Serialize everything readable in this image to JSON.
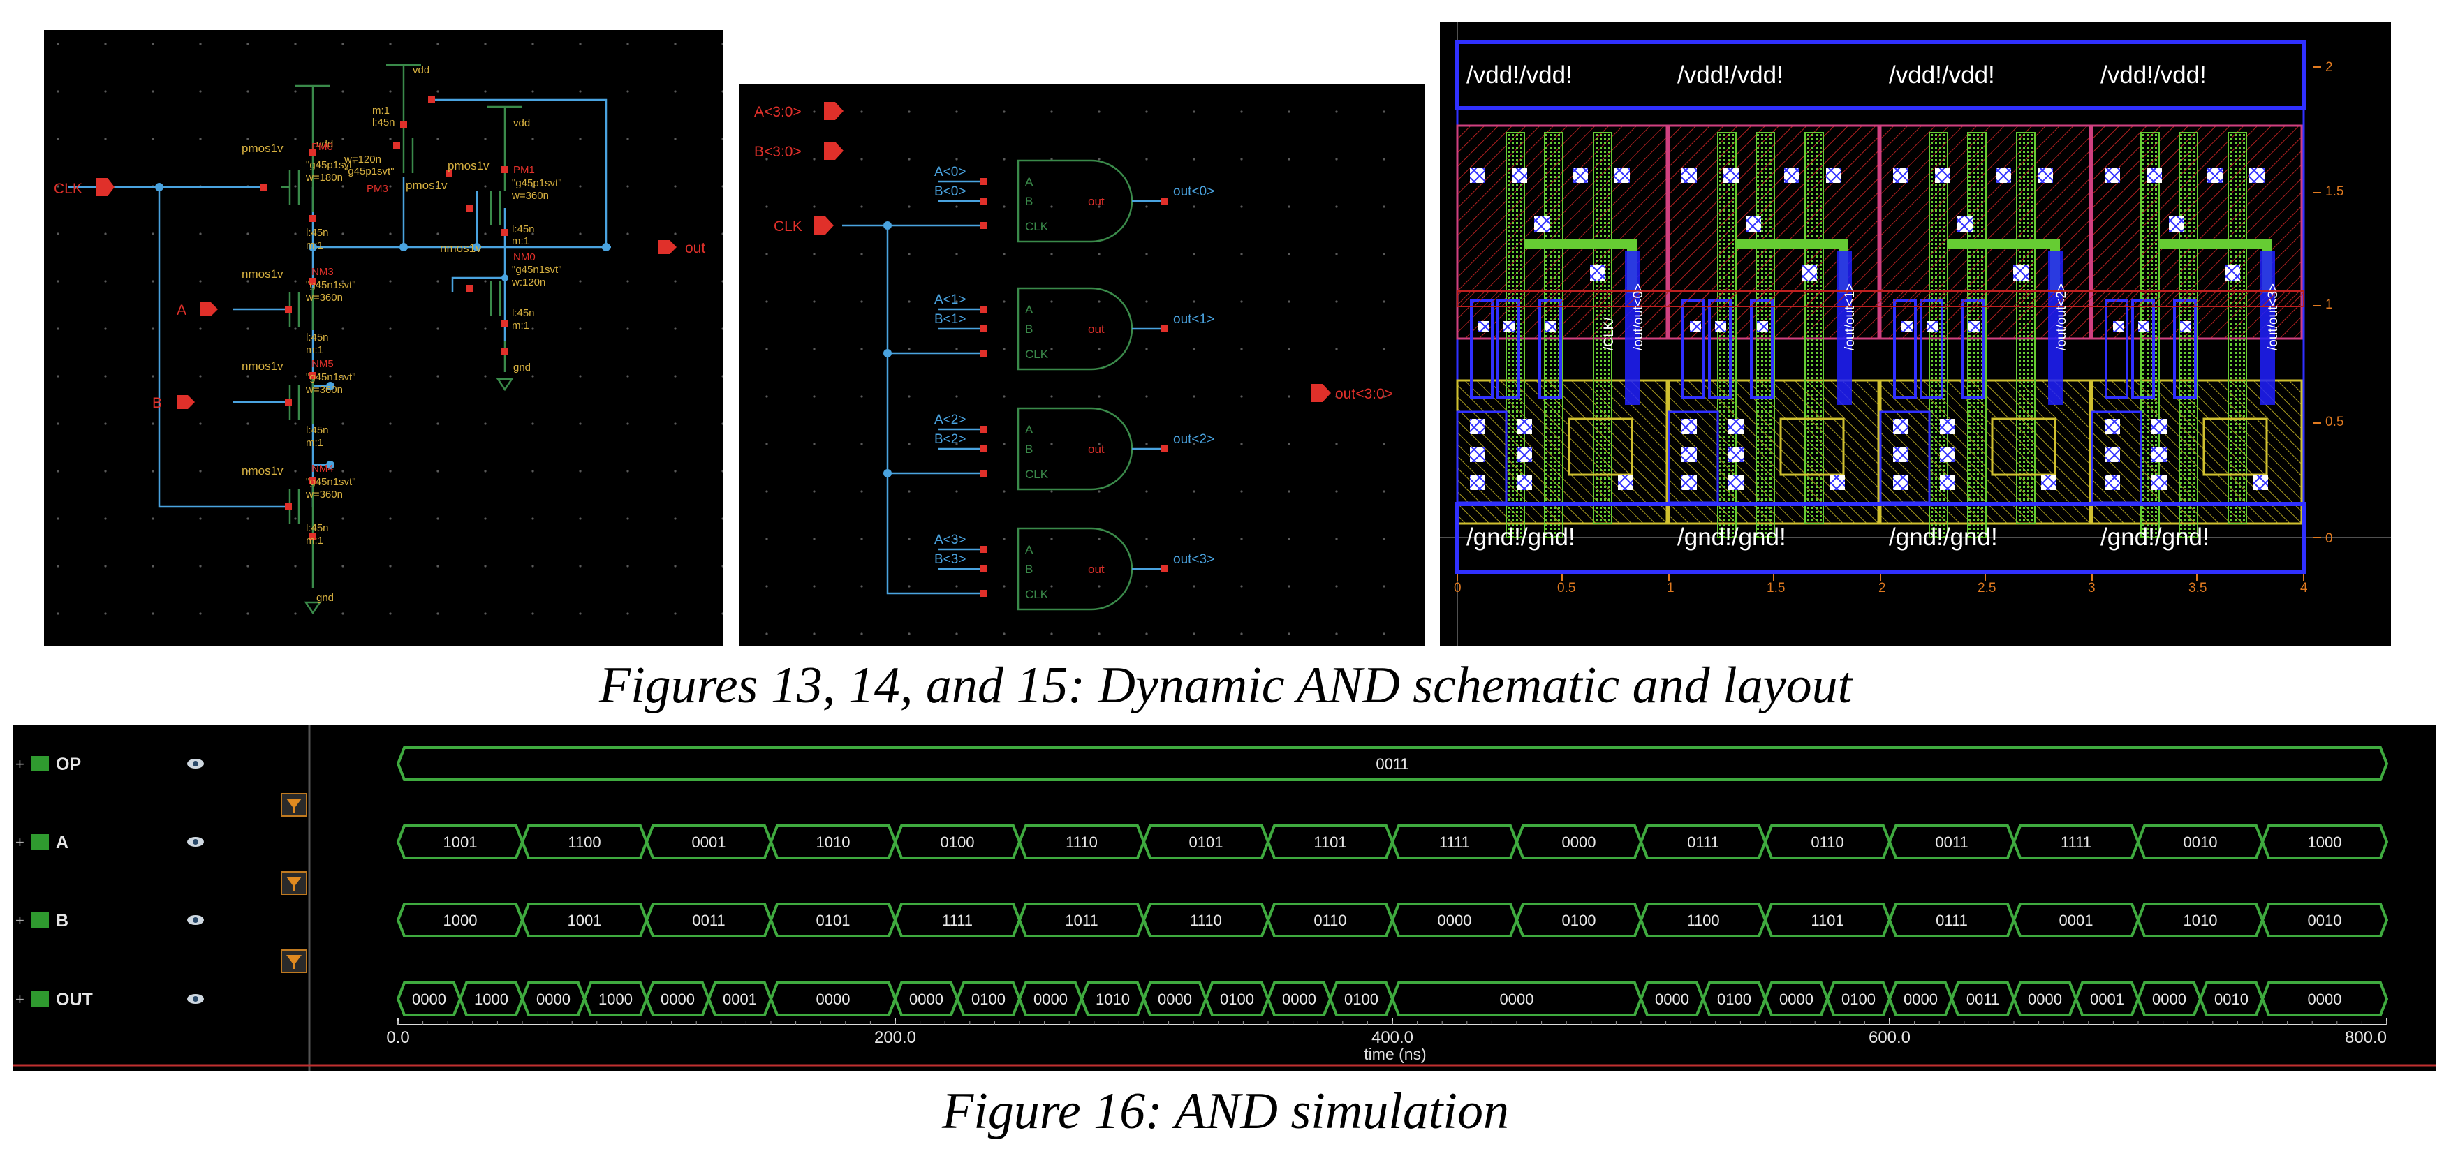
{
  "schematic": {
    "pins": {
      "clk": "CLK",
      "a": "A",
      "b": "B",
      "out": "out"
    },
    "supplies": {
      "vdd": "vdd",
      "gnd": "gnd"
    },
    "devices": [
      {
        "id": "PM0",
        "model": "pmos1v",
        "params": [
          "\"g45p1svt\"",
          "w=180n",
          "l:45n",
          "m:1"
        ]
      },
      {
        "id": "PM3",
        "model": "pmos1v",
        "params": [
          "m:1",
          "l:45n",
          "w=120n",
          "\"g45p1svt\""
        ]
      },
      {
        "id": "PM1",
        "model": "pmos1v",
        "params": [
          "\"g45p1svt\"",
          "w=360n",
          "l:45n",
          "m:1"
        ]
      },
      {
        "id": "NM3",
        "model": "nmos1v",
        "params": [
          "\"g45n1svt\"",
          "w=360n",
          "l:45n",
          "m:1"
        ]
      },
      {
        "id": "NM5",
        "model": "nmos1v",
        "params": [
          "\"g45n1svt\"",
          "w=360n",
          "l:45n",
          "m:1"
        ]
      },
      {
        "id": "NM4",
        "model": "nmos1v",
        "params": [
          "\"g45n1svt\"",
          "w=360n",
          "l:45n",
          "m:1"
        ]
      },
      {
        "id": "NM0",
        "model": "nmos1v",
        "params": [
          "\"g45n1svt\"",
          "w:120n",
          "l:45n",
          "m:1"
        ]
      }
    ]
  },
  "symbol": {
    "inputs": [
      "A<3:0>",
      "B<3:0>"
    ],
    "clk": "CLK",
    "output": "out<3:0>",
    "gates": [
      {
        "a": "A<0>",
        "b": "B<0>",
        "out": "out<0>"
      },
      {
        "a": "A<1>",
        "b": "B<1>",
        "out": "out<1>"
      },
      {
        "a": "A<2>",
        "b": "B<2>",
        "out": "out<2>"
      },
      {
        "a": "A<3>",
        "b": "B<3>",
        "out": "out<3>"
      }
    ],
    "pin_labels": {
      "a": "A",
      "b": "B",
      "clk": "CLK",
      "out": "out"
    }
  },
  "layout": {
    "vdd_labels": [
      "/vdd!/vdd!",
      "/vdd!/vdd!",
      "/vdd!/vdd!",
      "/vdd!/vdd!"
    ],
    "gnd_labels": [
      "/gnd!/gnd!",
      "/gnd!/gnd!",
      "/gnd!/gnd!",
      "/gnd!/gnd!"
    ],
    "clk_label": "/CLK/",
    "out_labels": [
      "/out/out<0>",
      "/out/out<1>",
      "/out/out<2>",
      "/out/out<3>"
    ],
    "x_ticks": [
      "0",
      "0.5",
      "1",
      "1.5",
      "2",
      "2.5",
      "3",
      "3.5",
      "4"
    ],
    "y_ticks": [
      "2",
      "1.5",
      "1",
      "0.5",
      "0"
    ]
  },
  "simulation": {
    "time_end_ns": 800,
    "x_ticks": [
      "0.0",
      "200.0",
      "400.0",
      "600.0",
      "800.0"
    ],
    "xlabel": "time (ns)",
    "signals": [
      {
        "name": "OP",
        "segments": [
          {
            "t0": 0,
            "t1": 800,
            "v": "0011"
          }
        ]
      },
      {
        "name": "A",
        "segments": [
          {
            "t0": 0,
            "t1": 50,
            "v": "1001"
          },
          {
            "t0": 50,
            "t1": 100,
            "v": "1100"
          },
          {
            "t0": 100,
            "t1": 150,
            "v": "0001"
          },
          {
            "t0": 150,
            "t1": 200,
            "v": "1010"
          },
          {
            "t0": 200,
            "t1": 250,
            "v": "0100"
          },
          {
            "t0": 250,
            "t1": 300,
            "v": "1110"
          },
          {
            "t0": 300,
            "t1": 350,
            "v": "0101"
          },
          {
            "t0": 350,
            "t1": 400,
            "v": "1101"
          },
          {
            "t0": 400,
            "t1": 450,
            "v": "1111"
          },
          {
            "t0": 450,
            "t1": 500,
            "v": "0000"
          },
          {
            "t0": 500,
            "t1": 550,
            "v": "0111"
          },
          {
            "t0": 550,
            "t1": 600,
            "v": "0110"
          },
          {
            "t0": 600,
            "t1": 650,
            "v": "0011"
          },
          {
            "t0": 650,
            "t1": 700,
            "v": "1111"
          },
          {
            "t0": 700,
            "t1": 750,
            "v": "0010"
          },
          {
            "t0": 750,
            "t1": 800,
            "v": "1000"
          }
        ]
      },
      {
        "name": "B",
        "segments": [
          {
            "t0": 0,
            "t1": 50,
            "v": "1000"
          },
          {
            "t0": 50,
            "t1": 100,
            "v": "1001"
          },
          {
            "t0": 100,
            "t1": 150,
            "v": "0011"
          },
          {
            "t0": 150,
            "t1": 200,
            "v": "0101"
          },
          {
            "t0": 200,
            "t1": 250,
            "v": "1111"
          },
          {
            "t0": 250,
            "t1": 300,
            "v": "1011"
          },
          {
            "t0": 300,
            "t1": 350,
            "v": "1110"
          },
          {
            "t0": 350,
            "t1": 400,
            "v": "0110"
          },
          {
            "t0": 400,
            "t1": 450,
            "v": "0000"
          },
          {
            "t0": 450,
            "t1": 500,
            "v": "0100"
          },
          {
            "t0": 500,
            "t1": 550,
            "v": "1100"
          },
          {
            "t0": 550,
            "t1": 600,
            "v": "1101"
          },
          {
            "t0": 600,
            "t1": 650,
            "v": "0111"
          },
          {
            "t0": 650,
            "t1": 700,
            "v": "0001"
          },
          {
            "t0": 700,
            "t1": 750,
            "v": "1010"
          },
          {
            "t0": 750,
            "t1": 800,
            "v": "0010"
          }
        ]
      },
      {
        "name": "OUT",
        "segments": [
          {
            "t0": 0,
            "t1": 25,
            "v": "0000"
          },
          {
            "t0": 25,
            "t1": 50,
            "v": "1000"
          },
          {
            "t0": 50,
            "t1": 75,
            "v": "0000"
          },
          {
            "t0": 75,
            "t1": 100,
            "v": "1000"
          },
          {
            "t0": 100,
            "t1": 125,
            "v": "0000"
          },
          {
            "t0": 125,
            "t1": 150,
            "v": "0001"
          },
          {
            "t0": 150,
            "t1": 200,
            "v": "0000"
          },
          {
            "t0": 200,
            "t1": 225,
            "v": "0000"
          },
          {
            "t0": 225,
            "t1": 250,
            "v": "0100"
          },
          {
            "t0": 250,
            "t1": 275,
            "v": "0000"
          },
          {
            "t0": 275,
            "t1": 300,
            "v": "1010"
          },
          {
            "t0": 300,
            "t1": 325,
            "v": "0000"
          },
          {
            "t0": 325,
            "t1": 350,
            "v": "0100"
          },
          {
            "t0": 350,
            "t1": 375,
            "v": "0000"
          },
          {
            "t0": 375,
            "t1": 400,
            "v": "0100"
          },
          {
            "t0": 400,
            "t1": 500,
            "v": "0000"
          },
          {
            "t0": 500,
            "t1": 525,
            "v": "0000"
          },
          {
            "t0": 525,
            "t1": 550,
            "v": "0100"
          },
          {
            "t0": 550,
            "t1": 575,
            "v": "0000"
          },
          {
            "t0": 575,
            "t1": 600,
            "v": "0100"
          },
          {
            "t0": 600,
            "t1": 625,
            "v": "0000"
          },
          {
            "t0": 625,
            "t1": 650,
            "v": "0011"
          },
          {
            "t0": 650,
            "t1": 675,
            "v": "0000"
          },
          {
            "t0": 675,
            "t1": 700,
            "v": "0001"
          },
          {
            "t0": 700,
            "t1": 725,
            "v": "0000"
          },
          {
            "t0": 725,
            "t1": 750,
            "v": "0010"
          },
          {
            "t0": 750,
            "t1": 800,
            "v": "0000"
          }
        ]
      }
    ]
  },
  "captions": {
    "fig13_15": "Figures 13, 14, and 15: Dynamic AND schematic and layout",
    "fig16": "Figure 16: AND simulation"
  },
  "colors": {
    "background": "#000000",
    "wire": "#4aa3df",
    "pin": "#e0302a",
    "device": "#3a8a4a",
    "label": "#d6b040",
    "trace": "#3faa3f",
    "metal1": "#2020ff",
    "poly": "#ff3030",
    "diff": "#66cc33"
  }
}
